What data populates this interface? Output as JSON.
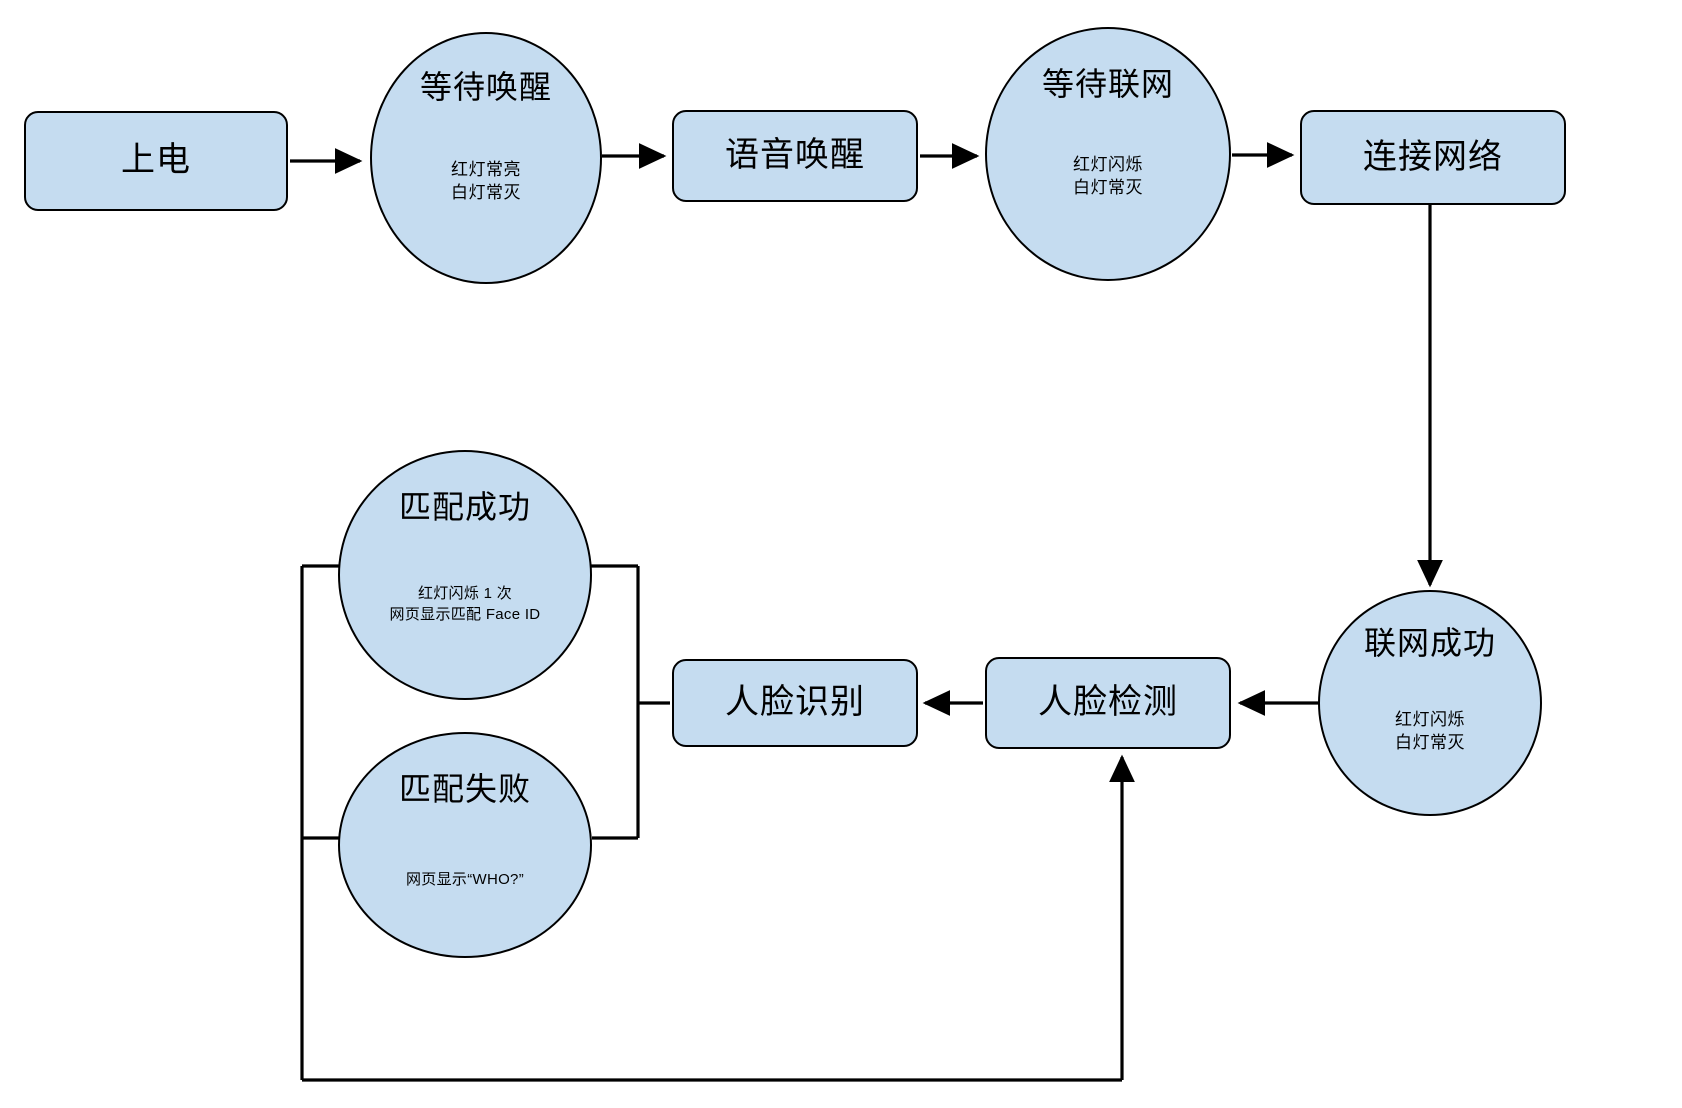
{
  "diagram": {
    "type": "flowchart",
    "title": "",
    "style": {
      "node_fill": "#c5dcf0",
      "node_stroke": "#000000",
      "edge_stroke": "#000000",
      "background": "#ffffff"
    },
    "nodes": [
      {
        "id": "power_on",
        "shape": "rounded-rect",
        "label": "上电",
        "sub": ""
      },
      {
        "id": "wait_wakeup",
        "shape": "circle",
        "label": "等待唤醒",
        "sub": "红灯常亮\n白灯常灭"
      },
      {
        "id": "voice_wakeup",
        "shape": "rounded-rect",
        "label": "语音唤醒",
        "sub": ""
      },
      {
        "id": "wait_network",
        "shape": "circle",
        "label": "等待联网",
        "sub": "红灯闪烁\n白灯常灭"
      },
      {
        "id": "connect_network",
        "shape": "rounded-rect",
        "label": "连接网络",
        "sub": ""
      },
      {
        "id": "network_success",
        "shape": "circle",
        "label": "联网成功",
        "sub": "红灯闪烁\n白灯常灭"
      },
      {
        "id": "face_detect",
        "shape": "rounded-rect",
        "label": "人脸检测",
        "sub": ""
      },
      {
        "id": "face_recognize",
        "shape": "rounded-rect",
        "label": "人脸识别",
        "sub": ""
      },
      {
        "id": "match_success",
        "shape": "circle",
        "label": "匹配成功",
        "sub": "红灯闪烁 1 次\n网页显示匹配 Face ID"
      },
      {
        "id": "match_fail",
        "shape": "circle",
        "label": "匹配失败",
        "sub": "网页显示“WHO?”"
      }
    ],
    "edges": [
      {
        "from": "power_on",
        "to": "wait_wakeup",
        "label": "",
        "arrow": true
      },
      {
        "from": "wait_wakeup",
        "to": "voice_wakeup",
        "label": "",
        "arrow": true
      },
      {
        "from": "voice_wakeup",
        "to": "wait_network",
        "label": "",
        "arrow": true
      },
      {
        "from": "wait_network",
        "to": "connect_network",
        "label": "",
        "arrow": true
      },
      {
        "from": "connect_network",
        "to": "network_success",
        "label": "",
        "arrow": true
      },
      {
        "from": "network_success",
        "to": "face_detect",
        "label": "",
        "arrow": true
      },
      {
        "from": "face_detect",
        "to": "face_recognize",
        "label": "",
        "arrow": true
      },
      {
        "from": "face_recognize",
        "to": "match_success",
        "label": "",
        "arrow": false
      },
      {
        "from": "face_recognize",
        "to": "match_fail",
        "label": "",
        "arrow": false
      },
      {
        "from": "match_fail",
        "to": "face_detect",
        "label": "",
        "arrow": true
      }
    ]
  }
}
